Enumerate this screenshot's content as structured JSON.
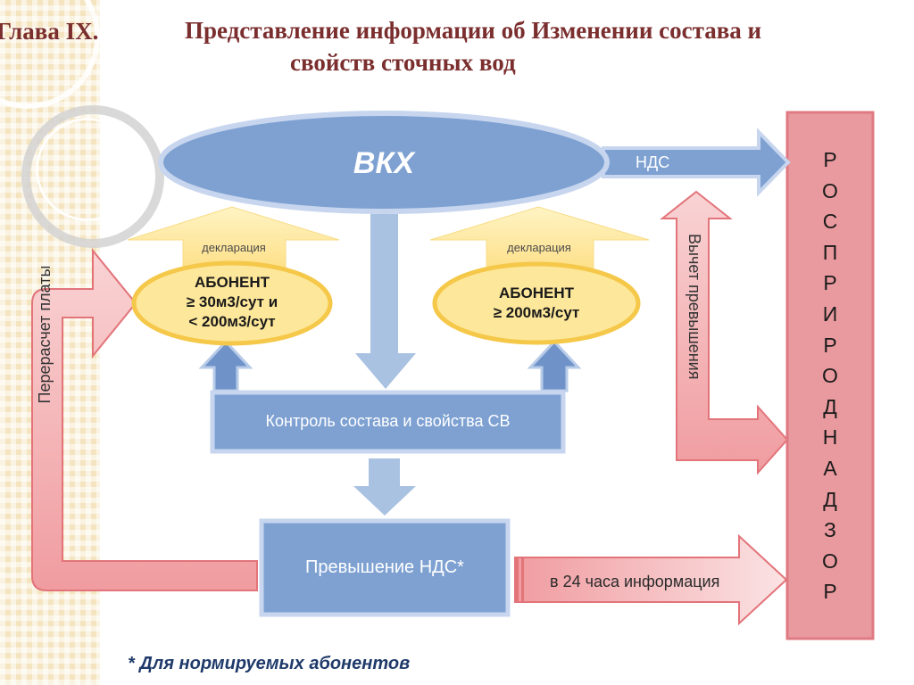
{
  "header": {
    "chapter": "Глава IX.",
    "title_line1": "Представление информации об Изменении состава и",
    "title_line2": "свойств сточных вод"
  },
  "diagram": {
    "vkh": "ВКХ",
    "nds_arrow": "НДС",
    "declaration_left": "декларация",
    "declaration_right": "декларация",
    "abonent_left": {
      "line1": "АБОНЕНТ",
      "line2": "≥ 30м3/сут и",
      "line3": "< 200м3/сут"
    },
    "abonent_right": {
      "line1": "АБОНЕНТ",
      "line2": "≥ 200м3/сут"
    },
    "control": "Контроль состава и свойства СВ",
    "excess": "Превышение НДС*",
    "info_24h": "в 24 часа информация",
    "recalc": "Перерасчет  платы",
    "deduction": "Вычет  превышения",
    "rospriroda_letters": [
      "Р",
      "О",
      "С",
      "П",
      "Р",
      "И",
      "Р",
      "О",
      "Д",
      "Н",
      "А",
      "Д",
      "З",
      "О",
      "Р"
    ]
  },
  "footnote": "* Для нормируемых абонентов",
  "colors": {
    "title": "#7b2e2e",
    "blue_box": "#7ea1d2",
    "light_blue": "#a9c2e2",
    "yellow": "#fde79a",
    "yellow_border": "#f5c84a",
    "pink": "#f4b6b8",
    "pink_border": "#e2747a",
    "rosp": "#e99a9e",
    "footnote": "#1f3a6a"
  }
}
